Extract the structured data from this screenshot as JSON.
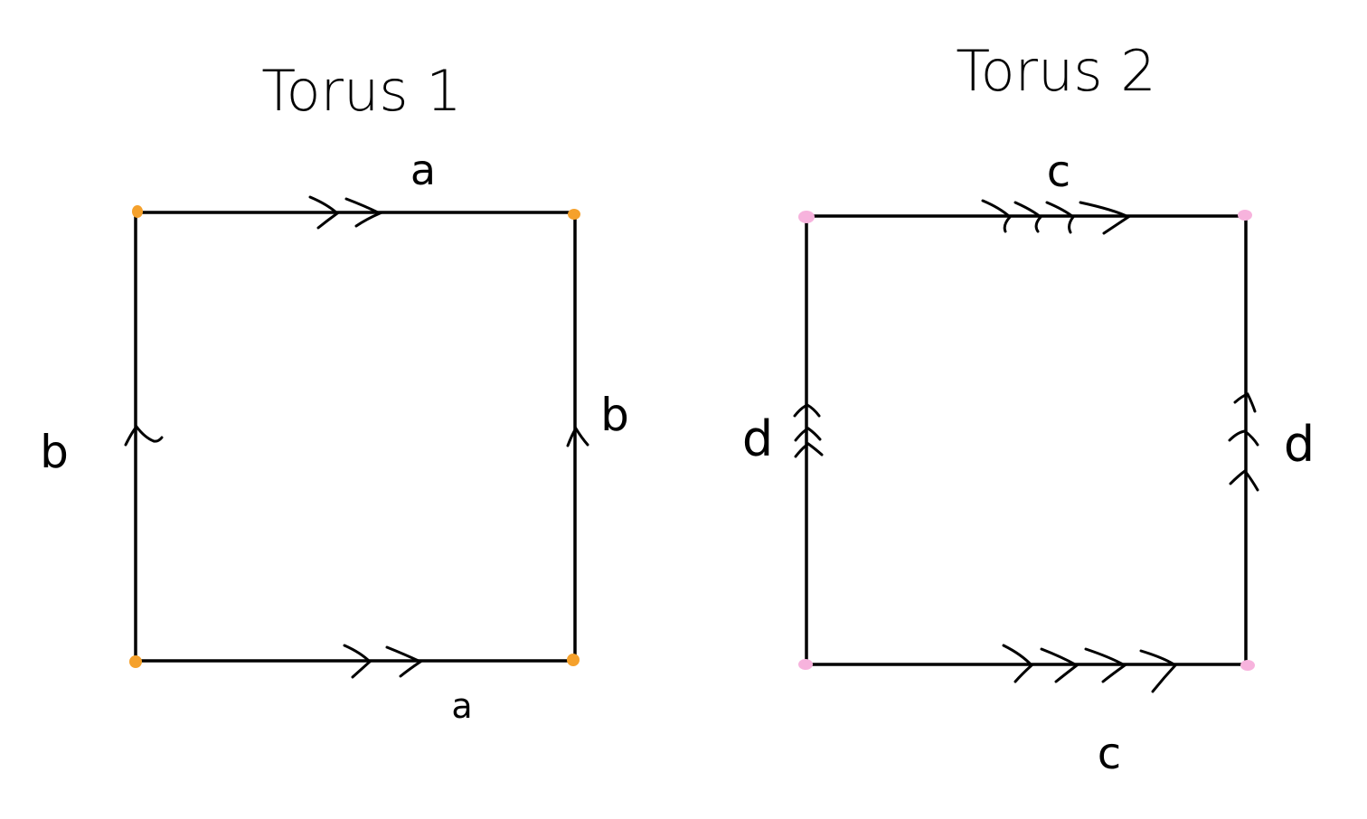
{
  "colors": {
    "edge": "#000000",
    "torus1_vertex": "#f5a12c",
    "torus2_vertex": "#f7b3dd"
  },
  "torus1": {
    "title": "Torus 1",
    "edge_labels": {
      "top": "a",
      "bottom": "a",
      "left": "b",
      "right": "b"
    },
    "arrows": {
      "horizontal": 2,
      "vertical": 1
    }
  },
  "torus2": {
    "title": "Torus 2",
    "edge_labels": {
      "top": "c",
      "bottom": "c",
      "left": "d",
      "right": "d"
    },
    "arrows": {
      "horizontal": 4,
      "vertical": 3
    }
  }
}
